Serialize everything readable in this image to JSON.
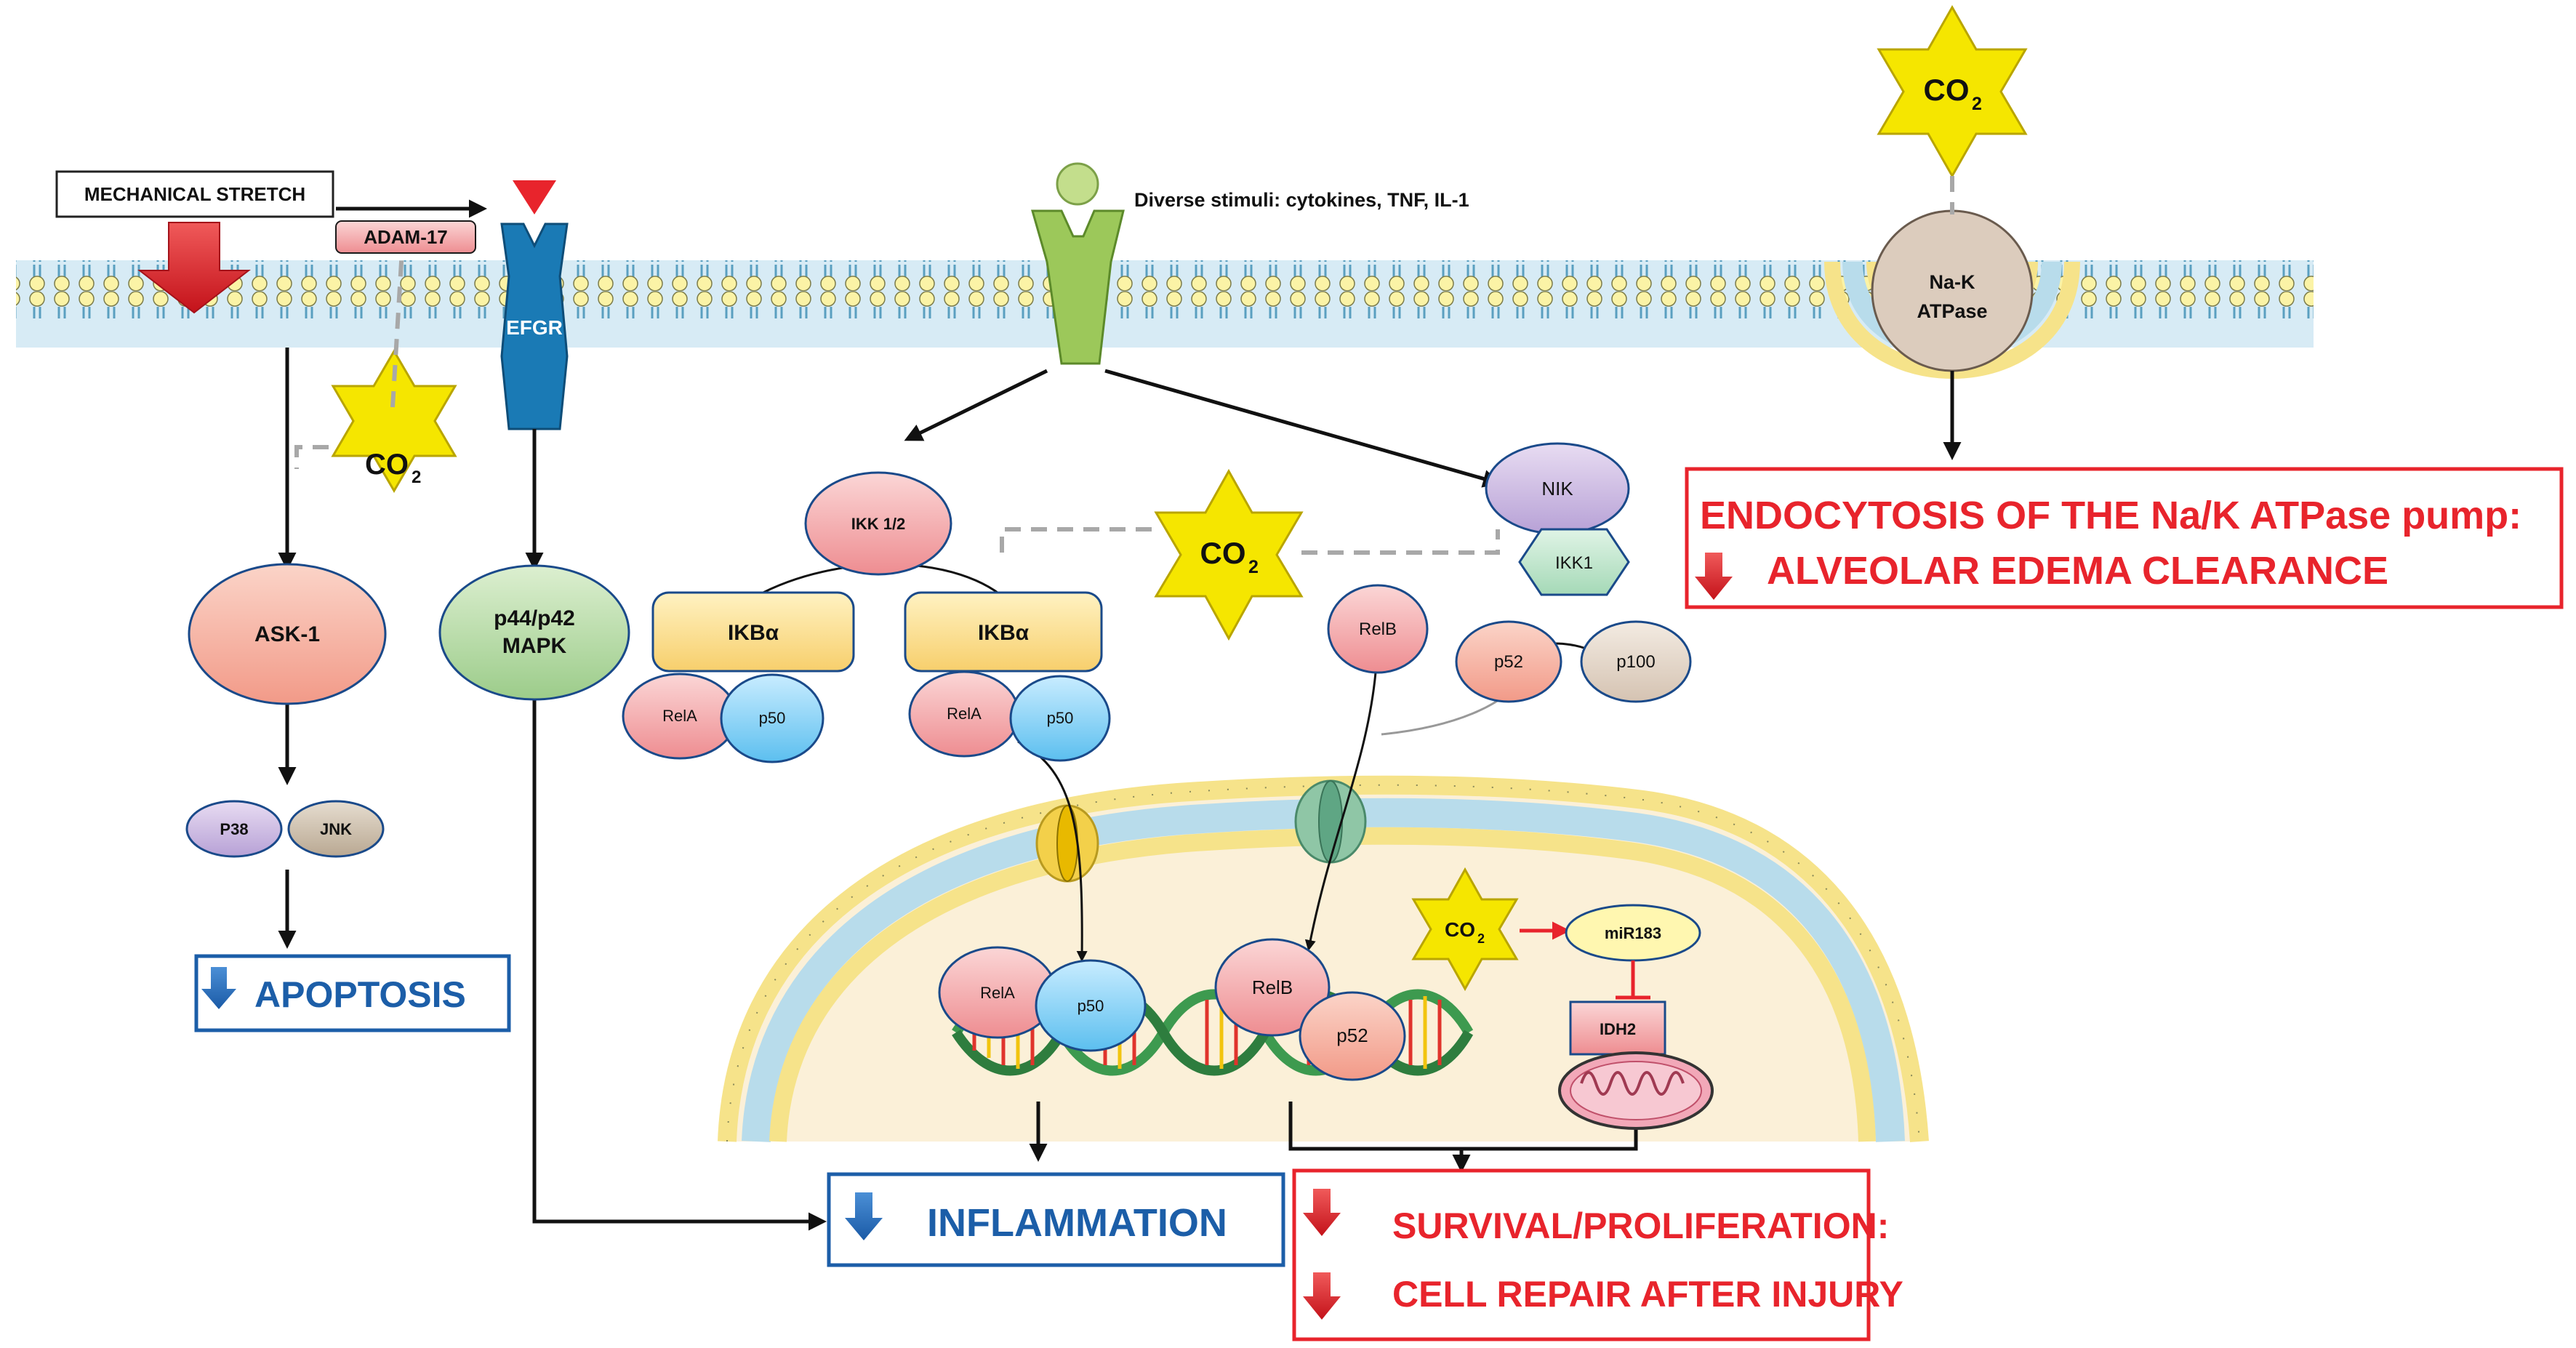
{
  "stimuli": {
    "mechanical_stretch": "MECHANICAL STRETCH",
    "diverse_stimuli": "Diverse stimuli: cytokines, TNF, IL-1",
    "co2_main": "CO",
    "co2_sub": "2"
  },
  "membrane_proteins": {
    "adam17": "ADAM-17",
    "egfr": "EFGR",
    "na_k_line1": "Na-K",
    "na_k_line2": "ATPase"
  },
  "left_pathway": {
    "ask1": "ASK-1",
    "p38": "P38",
    "jnk": "JNK",
    "mapk_line1": "p44/p42",
    "mapk_line2": "MAPK"
  },
  "nfkb_canonical": {
    "ikk12": "IKK 1/2",
    "ikba_left": "IKBα",
    "ikba_right": "IKBα",
    "rela": "RelA",
    "p50": "p50"
  },
  "nfkb_noncanonical": {
    "nik": "NIK",
    "ikk1": "IKK1",
    "relb": "RelB",
    "p52": "p52",
    "p100": "p100"
  },
  "nucleus": {
    "rela": "RelA",
    "p50": "p50",
    "relb": "RelB",
    "p52": "p52",
    "mir183": "miR183",
    "idh2": "IDH2"
  },
  "outcomes": {
    "apoptosis": "APOPTOSIS",
    "inflammation": "INFLAMMATION",
    "survival": "SURVIVAL/PROLIFERATION:",
    "cell_repair": "CELL REPAIR AFTER INJURY",
    "endocytosis": "ENDOCYTOSIS OF THE Na/K ATPase pump:",
    "edema": "ALVEOLAR EDEMA CLEARANCE"
  },
  "colors": {
    "red_outcome": "#e8242c",
    "blue_outcome": "#1c5ea8",
    "co2_star": "#f5e600",
    "egfr": "#1a7ab5",
    "receptor_green": "#9cc85a"
  }
}
